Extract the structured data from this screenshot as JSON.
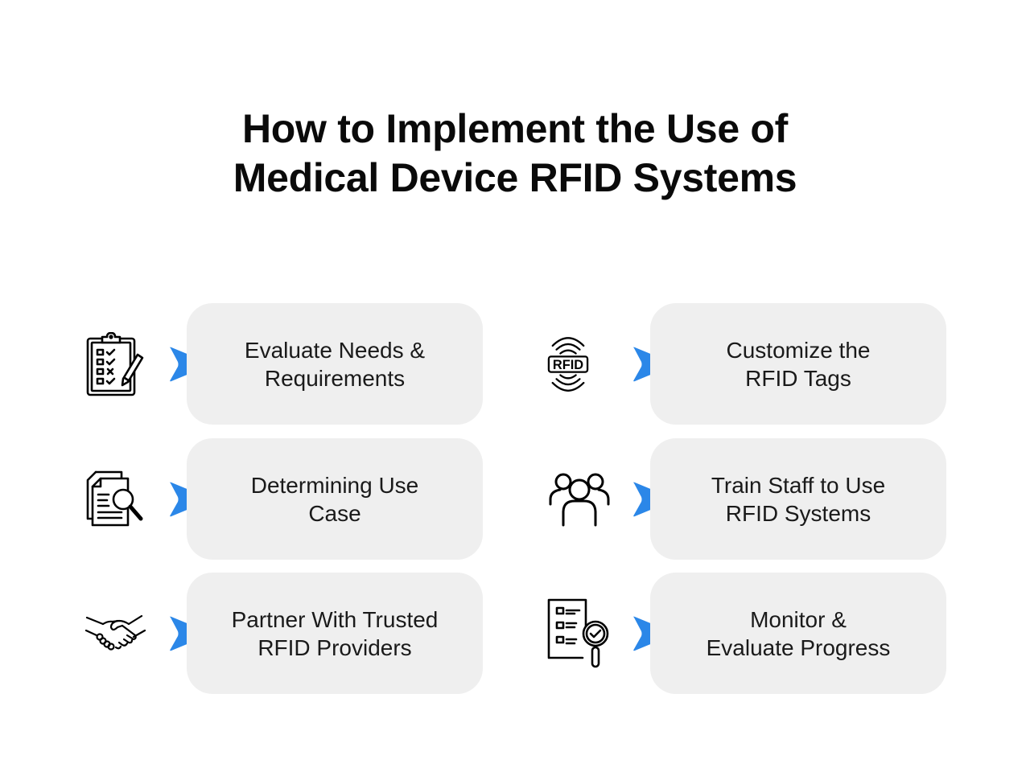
{
  "title": {
    "line1": "How to Implement the Use of",
    "line2": "Medical Device RFID Systems"
  },
  "colors": {
    "accent": "#2b87e8",
    "card_background": "#efefef",
    "text": "#1a1a1a"
  },
  "steps": [
    {
      "icon": "clipboard-checklist-icon",
      "line1": "Evaluate Needs &",
      "line2": "Requirements"
    },
    {
      "icon": "document-search-icon",
      "line1": "Determining Use",
      "line2": "Case"
    },
    {
      "icon": "handshake-icon",
      "line1": "Partner With Trusted",
      "line2": "RFID Providers"
    },
    {
      "icon": "rfid-tag-icon",
      "icon_text": "RFID",
      "line1": "Customize the",
      "line2": "RFID Tags"
    },
    {
      "icon": "team-icon",
      "line1": "Train Staff to Use",
      "line2": "RFID Systems"
    },
    {
      "icon": "checklist-magnifier-icon",
      "line1": "Monitor &",
      "line2": "Evaluate Progress"
    }
  ]
}
